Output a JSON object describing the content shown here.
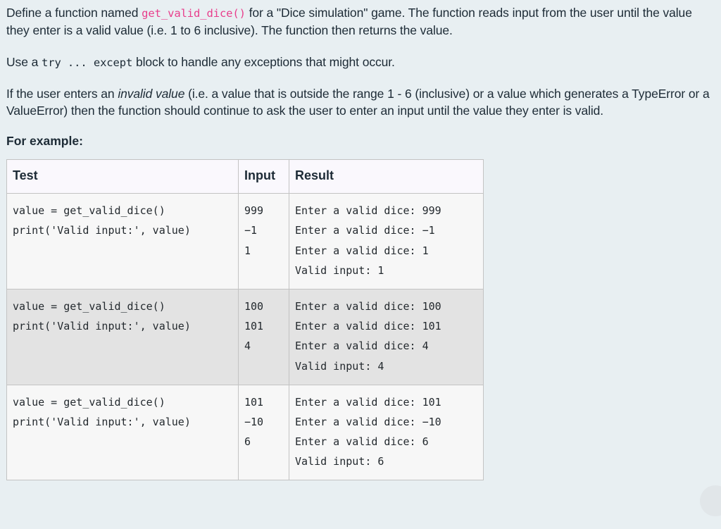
{
  "page": {
    "background_color": "#e8eff2",
    "text_color": "#1d2b36",
    "inline_code_color": "#e83e8c"
  },
  "paragraphs": {
    "p1_a": "Define a function named ",
    "p1_code": "get_valid_dice()",
    "p1_b": " for a \"Dice simulation\" game. The function reads input from the user until the value they enter is a valid value (i.e. 1 to 6 inclusive). The function then returns the value.",
    "p2_a": "Use a ",
    "p2_code": "try ... except",
    "p2_b": " block to handle any exceptions that might occur.",
    "p3_a": "If the user enters an ",
    "p3_em": "invalid value",
    "p3_b": " (i.e. a value that is outside the range 1 - 6 (inclusive) or a value which generates a TypeError or a ValueError) then the function should continue to ask the user to enter an input until the value they enter is valid."
  },
  "for_example_label": "For example:",
  "table": {
    "headers": [
      "Test",
      "Input",
      "Result"
    ],
    "rows": [
      {
        "test": "value = get_valid_dice()\nprint('Valid input:', value)",
        "input": "999\n−1\n1",
        "result": "Enter a valid dice: 999\nEnter a valid dice: −1\nEnter a valid dice: 1\nValid input: 1",
        "shade": "odd"
      },
      {
        "test": "value = get_valid_dice()\nprint('Valid input:', value)",
        "input": "100\n101\n4",
        "result": "Enter a valid dice: 100\nEnter a valid dice: 101\nEnter a valid dice: 4\nValid input: 4",
        "shade": "even"
      },
      {
        "test": "value = get_valid_dice()\nprint('Valid input:', value)",
        "input": "101\n−10\n6",
        "result": "Enter a valid dice: 101\nEnter a valid dice: −10\nEnter a valid dice: 6\nValid input: 6",
        "shade": "odd"
      }
    ]
  },
  "chat_widget": {
    "color": "#dfe4e7"
  }
}
